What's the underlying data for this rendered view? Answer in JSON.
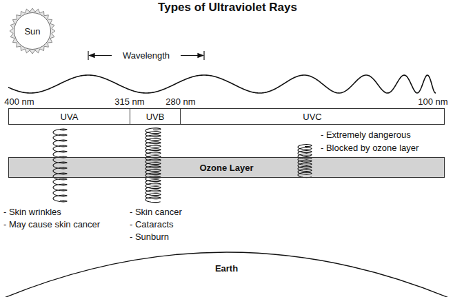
{
  "diagram": {
    "title": "Types of Ultraviolet Rays",
    "nodes": [
      {
        "text": [
          "Sun"
        ]
      },
      {
        "text": [
          "UVA"
        ]
      },
      {
        "text": [
          "UVB"
        ]
      },
      {
        "text": [
          "UVC"
        ]
      },
      {
        "text": [
          "Ozone Layer"
        ]
      },
      {
        "text": [
          "Earth"
        ]
      }
    ],
    "labels": [
      "Wavelength",
      "400 nm",
      "315 nm",
      "280 nm",
      "100 nm",
      "- Extremely dangerous",
      "- Blocked by ozone layer",
      "- Skin wrinkles",
      "- May cause skin cancer",
      "- Skin cancer",
      "- Cataracts",
      "- Sunburn"
    ]
  }
}
